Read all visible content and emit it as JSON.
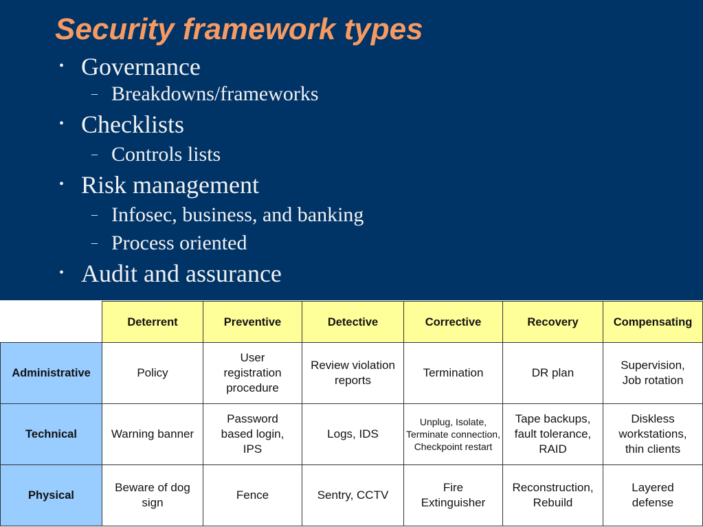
{
  "slide": {
    "title": "Security framework types",
    "bullets": [
      {
        "label": "Governance",
        "sub": [
          "Breakdowns/frameworks"
        ]
      },
      {
        "label": "Checklists",
        "sub": [
          "Controls lists"
        ]
      },
      {
        "label": "Risk management",
        "sub": [
          "Infosec, business, and banking",
          "Process oriented"
        ]
      },
      {
        "label": "Audit and assurance",
        "sub": []
      }
    ],
    "bullet_glyph": "•",
    "sub_bullet_glyph": "–",
    "colors": {
      "background": "#003366",
      "title": "#f79a62",
      "text": "#f2f2f2",
      "header_fill": "#ffff99",
      "row_header_fill": "#99ccff"
    }
  },
  "table": {
    "columns": [
      "Deterrent",
      "Preventive",
      "Detective",
      "Corrective",
      "Recovery",
      "Compensating"
    ],
    "rows": [
      {
        "header": "Administrative",
        "cells": [
          "Policy",
          "User registration procedure",
          "Review violation reports",
          "Termination",
          "DR plan",
          "Supervision, Job rotation"
        ]
      },
      {
        "header": "Technical",
        "cells": [
          "Warning banner",
          "Password based login, IPS",
          "Logs, IDS",
          "Unplug, Isolate, Terminate connection, Checkpoint restart",
          "Tape backups, fault tolerance, RAID",
          "Diskless workstations, thin clients"
        ]
      },
      {
        "header": "Physical",
        "cells": [
          "Beware of dog sign",
          "Fence",
          "Sentry, CCTV",
          "Fire Extinguisher",
          "Reconstruction, Rebuild",
          "Layered defense"
        ]
      }
    ]
  }
}
